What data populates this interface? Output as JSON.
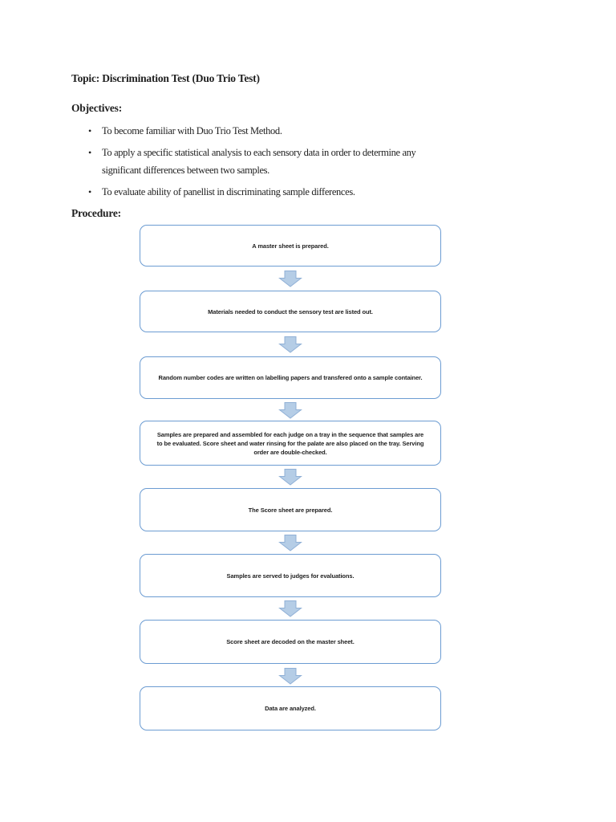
{
  "document": {
    "topic_heading": "Topic: Discrimination Test (Duo Trio Test)",
    "objectives_heading": "Objectives:",
    "bullet_glyph": "•",
    "objectives": [
      "To become familiar with Duo Trio Test Method.",
      "To apply a specific statistical analysis to each sensory data in order to determine any significant differences between two samples.",
      "To evaluate ability of panellist in discriminating sample differences."
    ],
    "procedure_heading": "Procedure:",
    "procedure_steps": [
      "A master sheet is prepared.",
      "Materials needed to conduct the sensory test are listed out.",
      "Random number codes are written on labelling papers and transfered onto a sample container.",
      "Samples are prepared and assembled for each judge on a tray in the sequence that samples are to be evaluated. Score sheet and water rinsing for the palate are also placed on the tray. Serving order are double-checked.",
      "The Score sheet are prepared.",
      "Samples are served to judges for evaluations.",
      "Score sheet are decoded on the master sheet.",
      "Data are analyzed."
    ],
    "colors": {
      "text": "#1f1f1f",
      "box_fill": "#ffffff",
      "box_border": "#6c9cd2",
      "arrow_fill": "#b5cde6",
      "arrow_border": "#90b0d6"
    }
  }
}
